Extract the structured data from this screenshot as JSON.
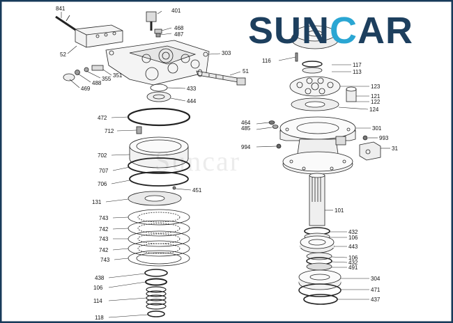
{
  "brand": {
    "part1": "SUN",
    "part2": "C",
    "part3": "AR",
    "color_dark": "#1d3f5e",
    "color_accent": "#2aa6d3"
  },
  "watermark": "Suncar",
  "border_color": "#173a59",
  "labels": {
    "l841": "841",
    "l401": "401",
    "l468": "468",
    "l487": "487",
    "l52": "52",
    "l303": "303",
    "l351": "351",
    "l355": "355",
    "l488": "488",
    "l469": "469",
    "l51": "51",
    "l433": "433",
    "l444": "444",
    "l472": "472",
    "l712": "712",
    "l702": "702",
    "l707": "707",
    "l706": "706",
    "l451": "451",
    "l131": "131",
    "l743a": "743",
    "l742a": "742",
    "l743b": "743",
    "l742b": "742",
    "l743c": "743",
    "l438": "438",
    "l106a": "106",
    "l114": "114",
    "l118": "118",
    "l116": "116",
    "l117": "117",
    "l113": "113",
    "l123": "123",
    "l121": "121",
    "l122": "122",
    "l124": "124",
    "l464": "464",
    "l485": "485",
    "l301": "301",
    "l993": "993",
    "l994": "994",
    "l31": "31",
    "l101": "101",
    "l432a": "432",
    "l106b": "106",
    "l443": "443",
    "l106c": "106",
    "l432b": "432",
    "l491": "491",
    "l304": "304",
    "l471": "471",
    "l437": "437"
  }
}
